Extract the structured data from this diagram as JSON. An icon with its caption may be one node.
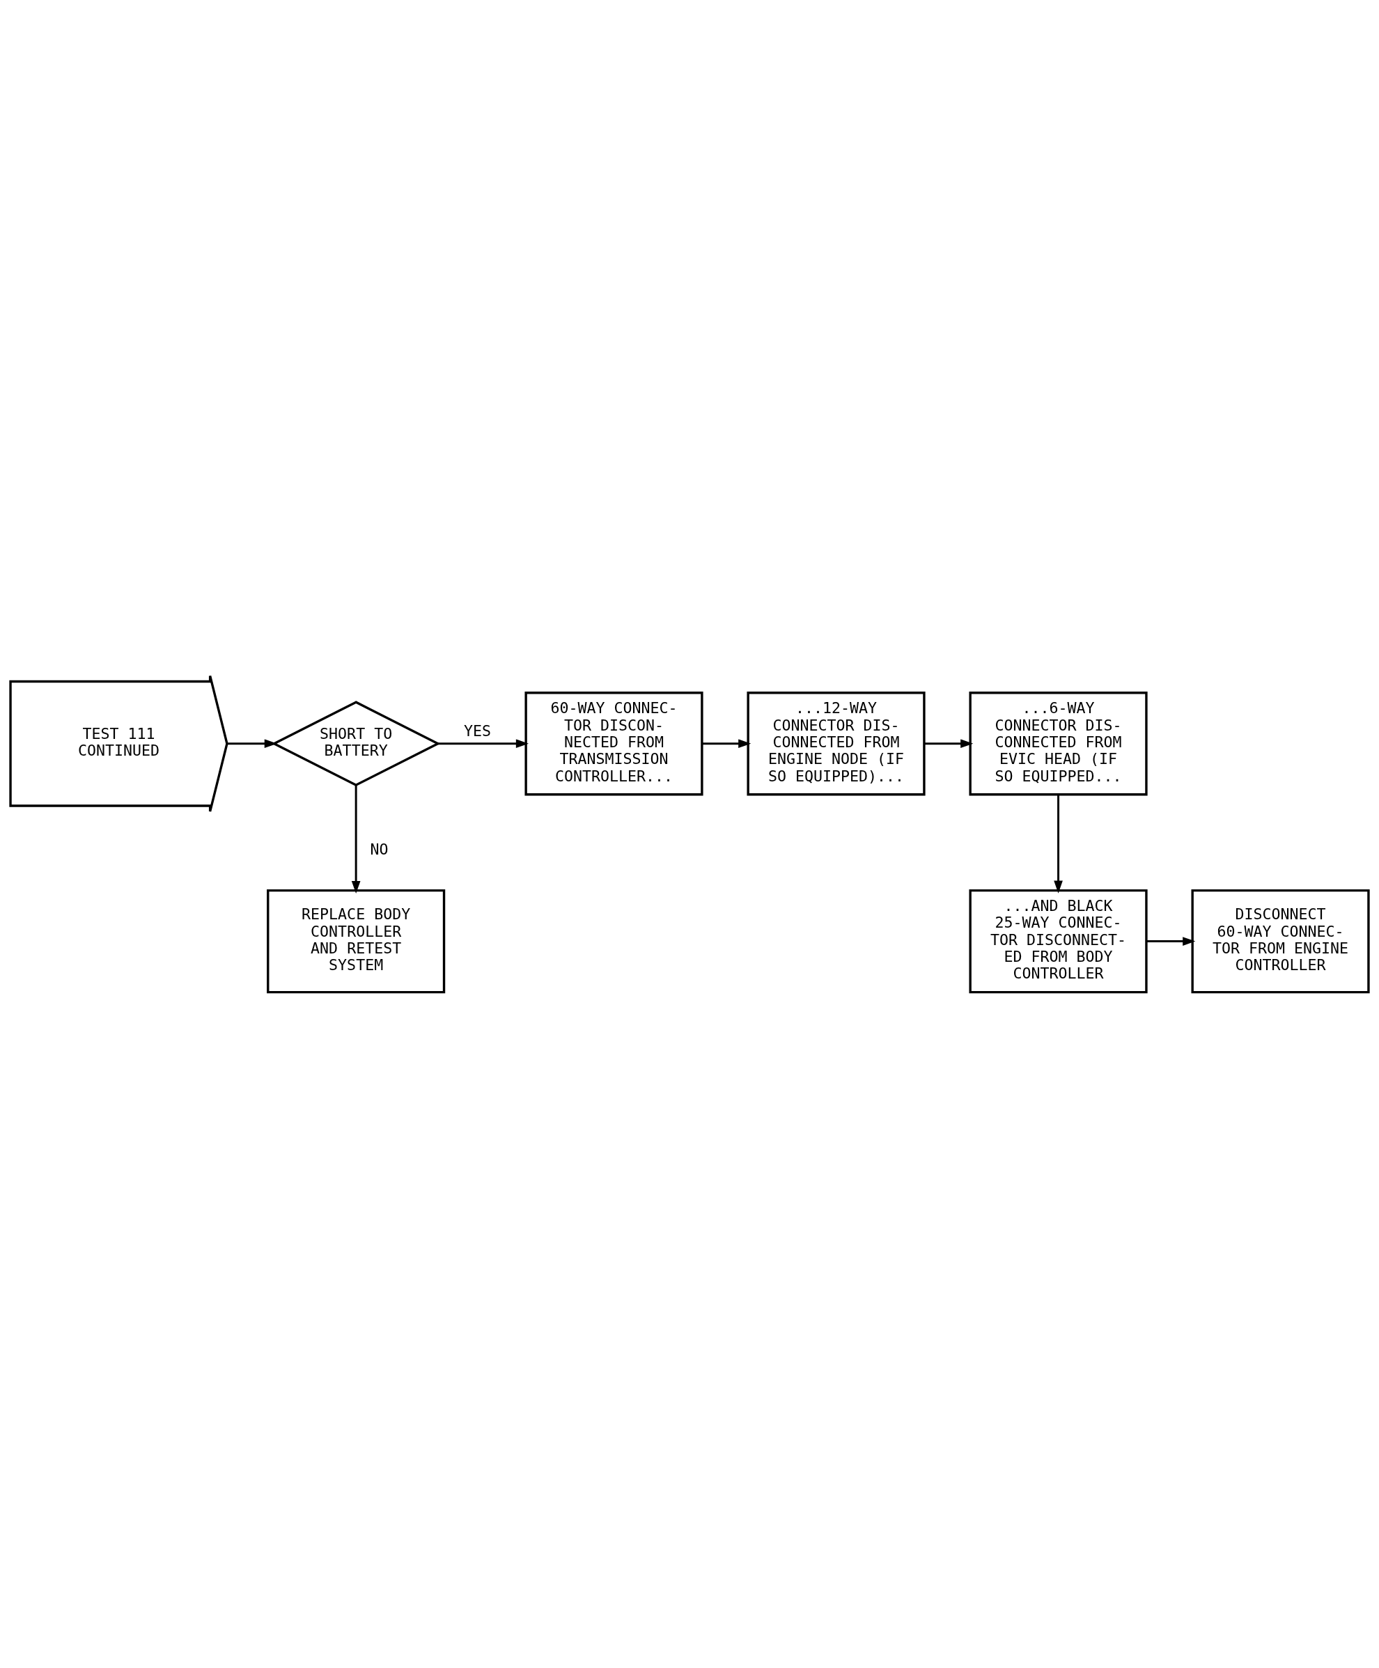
{
  "diagram": {
    "nodes": [
      {
        "text": [
          "TEST 111 CONTINUED"
        ]
      },
      {
        "text": [
          "SHORT TO BATTERY"
        ]
      },
      {
        "text": [
          "60-WAY CONNEC- TOR DISCON- NECTED FROM TRANSMISSION CONTROLLER..."
        ]
      },
      {
        "text": [
          "...12-WAY CONNECTOR DIS- CONNECTED FROM ENGINE NODE (IF SO EQUIPPED)..."
        ]
      },
      {
        "text": [
          "...6-WAY CONNECTOR DIS- CONNECTED FROM EVIC HEAD (IF SO EQUIPPED..."
        ]
      },
      {
        "text": [
          "REPLACE BODY CONTROLLER AND RETEST SYSTEM"
        ]
      },
      {
        "text": [
          "...AND BLACK 25-WAY CONNEC- TOR DISCONNECT- ED FROM BODY CONTROLLER"
        ]
      },
      {
        "text": [
          "DISCONNECT 60-WAY CONNEC- TOR FROM ENGINE CONTROLLER"
        ]
      }
    ],
    "edges": [
      {
        "from": 0,
        "to": 1,
        "arrow": "to"
      },
      {
        "from": 1,
        "to": 2,
        "arrow": "to",
        "label": "YES"
      },
      {
        "from": 2,
        "to": 3,
        "arrow": "to"
      },
      {
        "from": 3,
        "to": 4,
        "arrow": "to"
      },
      {
        "from": 1,
        "to": 5,
        "arrow": "to",
        "label": "NO"
      },
      {
        "from": 4,
        "to": 6,
        "arrow": "to"
      },
      {
        "from": 6,
        "to": 7,
        "arrow": "to"
      }
    ]
  }
}
